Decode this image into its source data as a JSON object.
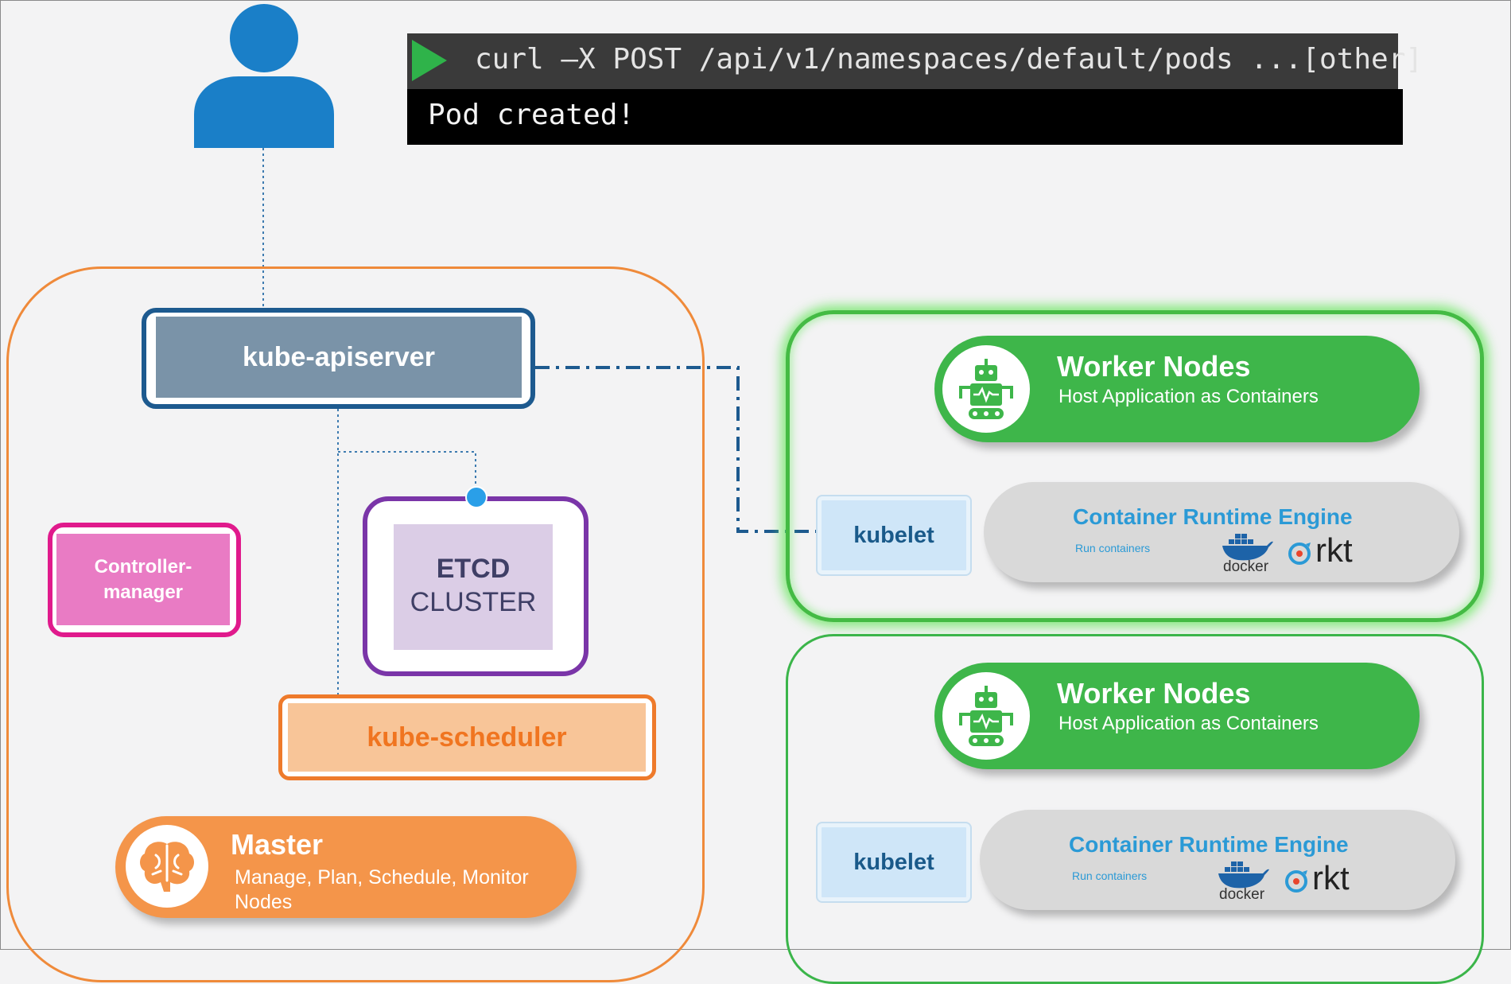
{
  "terminal": {
    "command": "curl –X POST /api/v1/namespaces/default/pods ...[other]",
    "output": "Pod created!"
  },
  "master": {
    "apiserver": "kube-apiserver",
    "controller_manager": "Controller-manager",
    "etcd_line1": "ETCD",
    "etcd_line2": "CLUSTER",
    "scheduler": "kube-scheduler",
    "title": "Master",
    "subtitle": "Manage, Plan, Schedule, Monitor Nodes",
    "icon": "brain-icon"
  },
  "workers": [
    {
      "title": "Worker Nodes",
      "subtitle": "Host Application as Containers",
      "kubelet": "kubelet",
      "runtime_title": "Container Runtime Engine",
      "runtime_sub": "Run containers",
      "docker_label": "docker",
      "rkt_label": "rkt",
      "icon": "robot-icon"
    },
    {
      "title": "Worker Nodes",
      "subtitle": "Host Application as Containers",
      "kubelet": "kubelet",
      "runtime_title": "Container Runtime Engine",
      "runtime_sub": "Run containers",
      "docker_label": "docker",
      "rkt_label": "rkt",
      "icon": "robot-icon"
    }
  ],
  "colors": {
    "master": "#ef8a3a",
    "apiserver": "#1d5a8f",
    "controller": "#e01a8c",
    "etcd": "#7a35a8",
    "worker": "#3eb64a",
    "runtime_text": "#2b9ad6",
    "user": "#1a7fc8"
  }
}
